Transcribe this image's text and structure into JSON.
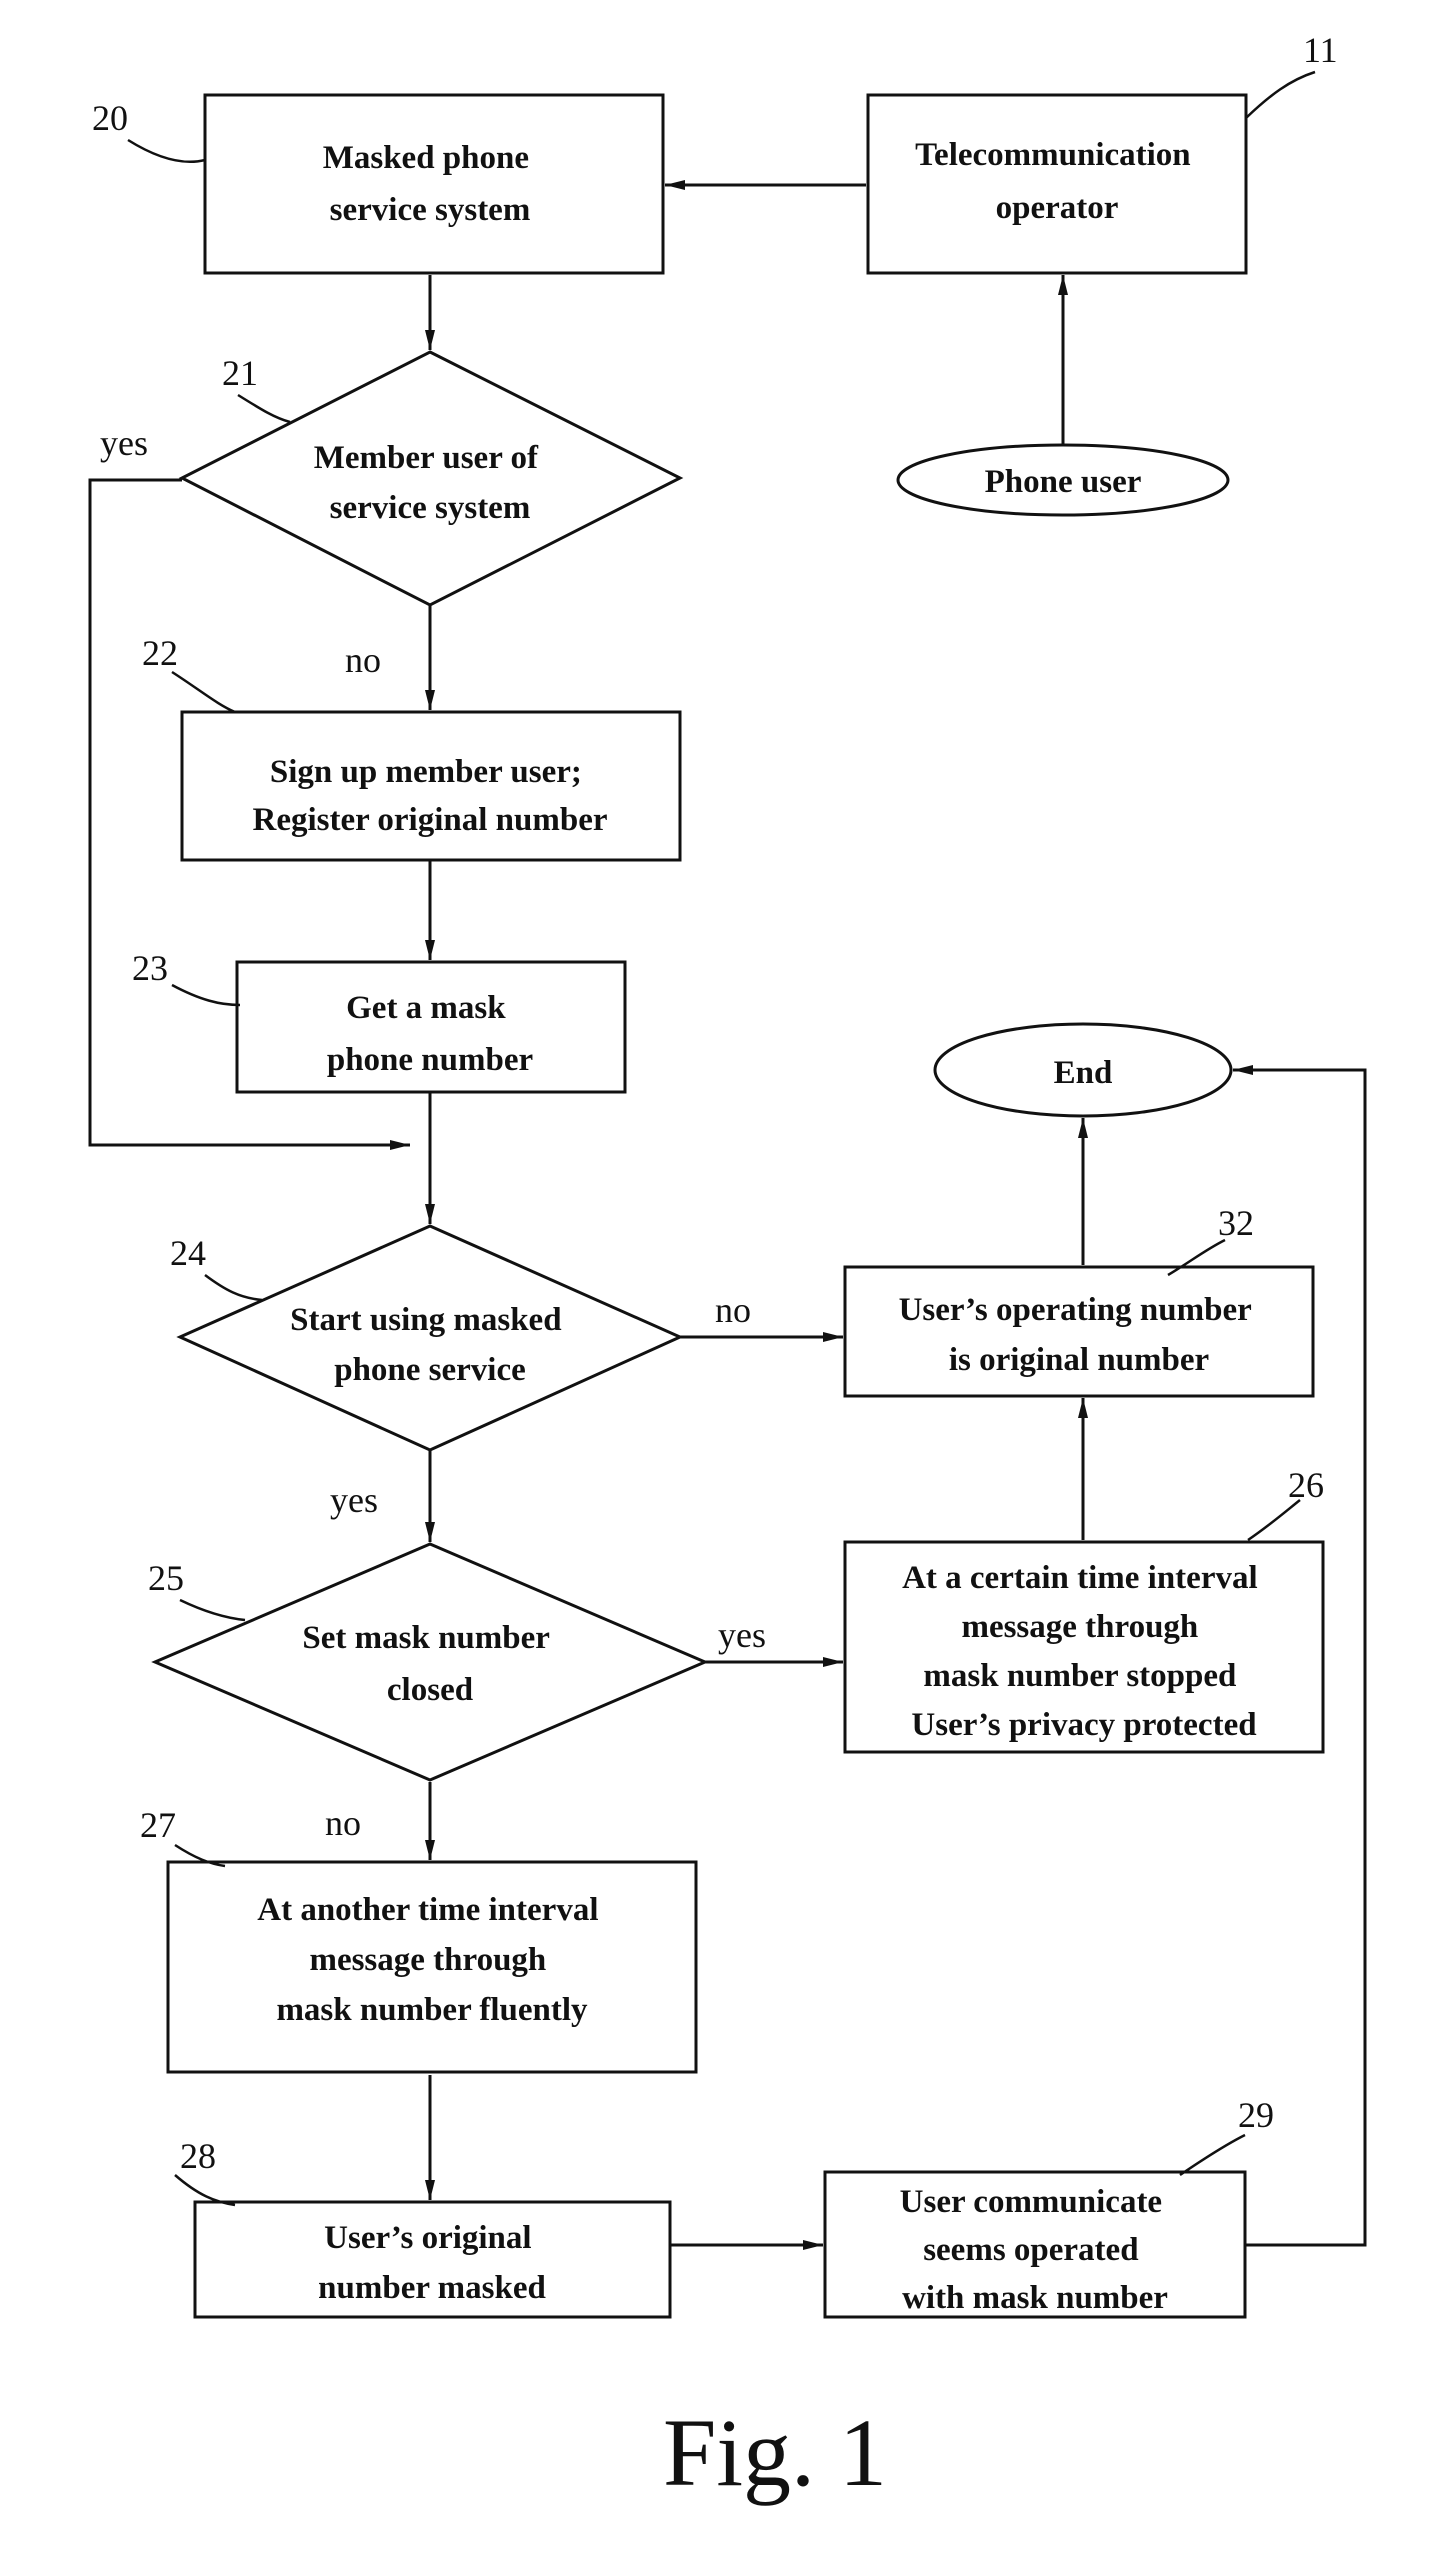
{
  "nodes": {
    "n11": {
      "ref": "11",
      "lines": [
        "Telecommunication",
        "operator"
      ]
    },
    "n20": {
      "ref": "20",
      "lines": [
        "Masked phone",
        "service system"
      ]
    },
    "phone_user": {
      "lines": [
        "Phone user"
      ]
    },
    "n21": {
      "ref": "21",
      "lines": [
        "Member user of",
        "service system"
      ]
    },
    "n22": {
      "ref": "22",
      "lines": [
        "Sign up member user;",
        "Register original number"
      ]
    },
    "n23": {
      "ref": "23",
      "lines": [
        "Get a mask",
        "phone number"
      ]
    },
    "end": {
      "lines": [
        "End"
      ]
    },
    "n24": {
      "ref": "24",
      "lines": [
        "Start using masked",
        "phone service"
      ]
    },
    "n32": {
      "ref": "32",
      "lines": [
        "User’s operating number",
        "is original number"
      ]
    },
    "n25": {
      "ref": "25",
      "lines": [
        "Set mask number",
        "closed"
      ]
    },
    "n26": {
      "ref": "26",
      "lines": [
        "At a certain time interval",
        "message through",
        "mask number stopped",
        "User’s privacy protected"
      ]
    },
    "n27": {
      "ref": "27",
      "lines": [
        "At another time interval",
        "message through",
        "mask number fluently"
      ]
    },
    "n28": {
      "ref": "28",
      "lines": [
        "User’s original",
        "number masked"
      ]
    },
    "n29": {
      "ref": "29",
      "lines": [
        "User communicate",
        "seems operated",
        "with mask number"
      ]
    }
  },
  "edge_labels": {
    "n21_yes": "yes",
    "n21_no": "no",
    "n24_no": "no",
    "n24_yes": "yes",
    "n25_yes": "yes",
    "n25_no": "no"
  },
  "caption": "Fig. 1"
}
